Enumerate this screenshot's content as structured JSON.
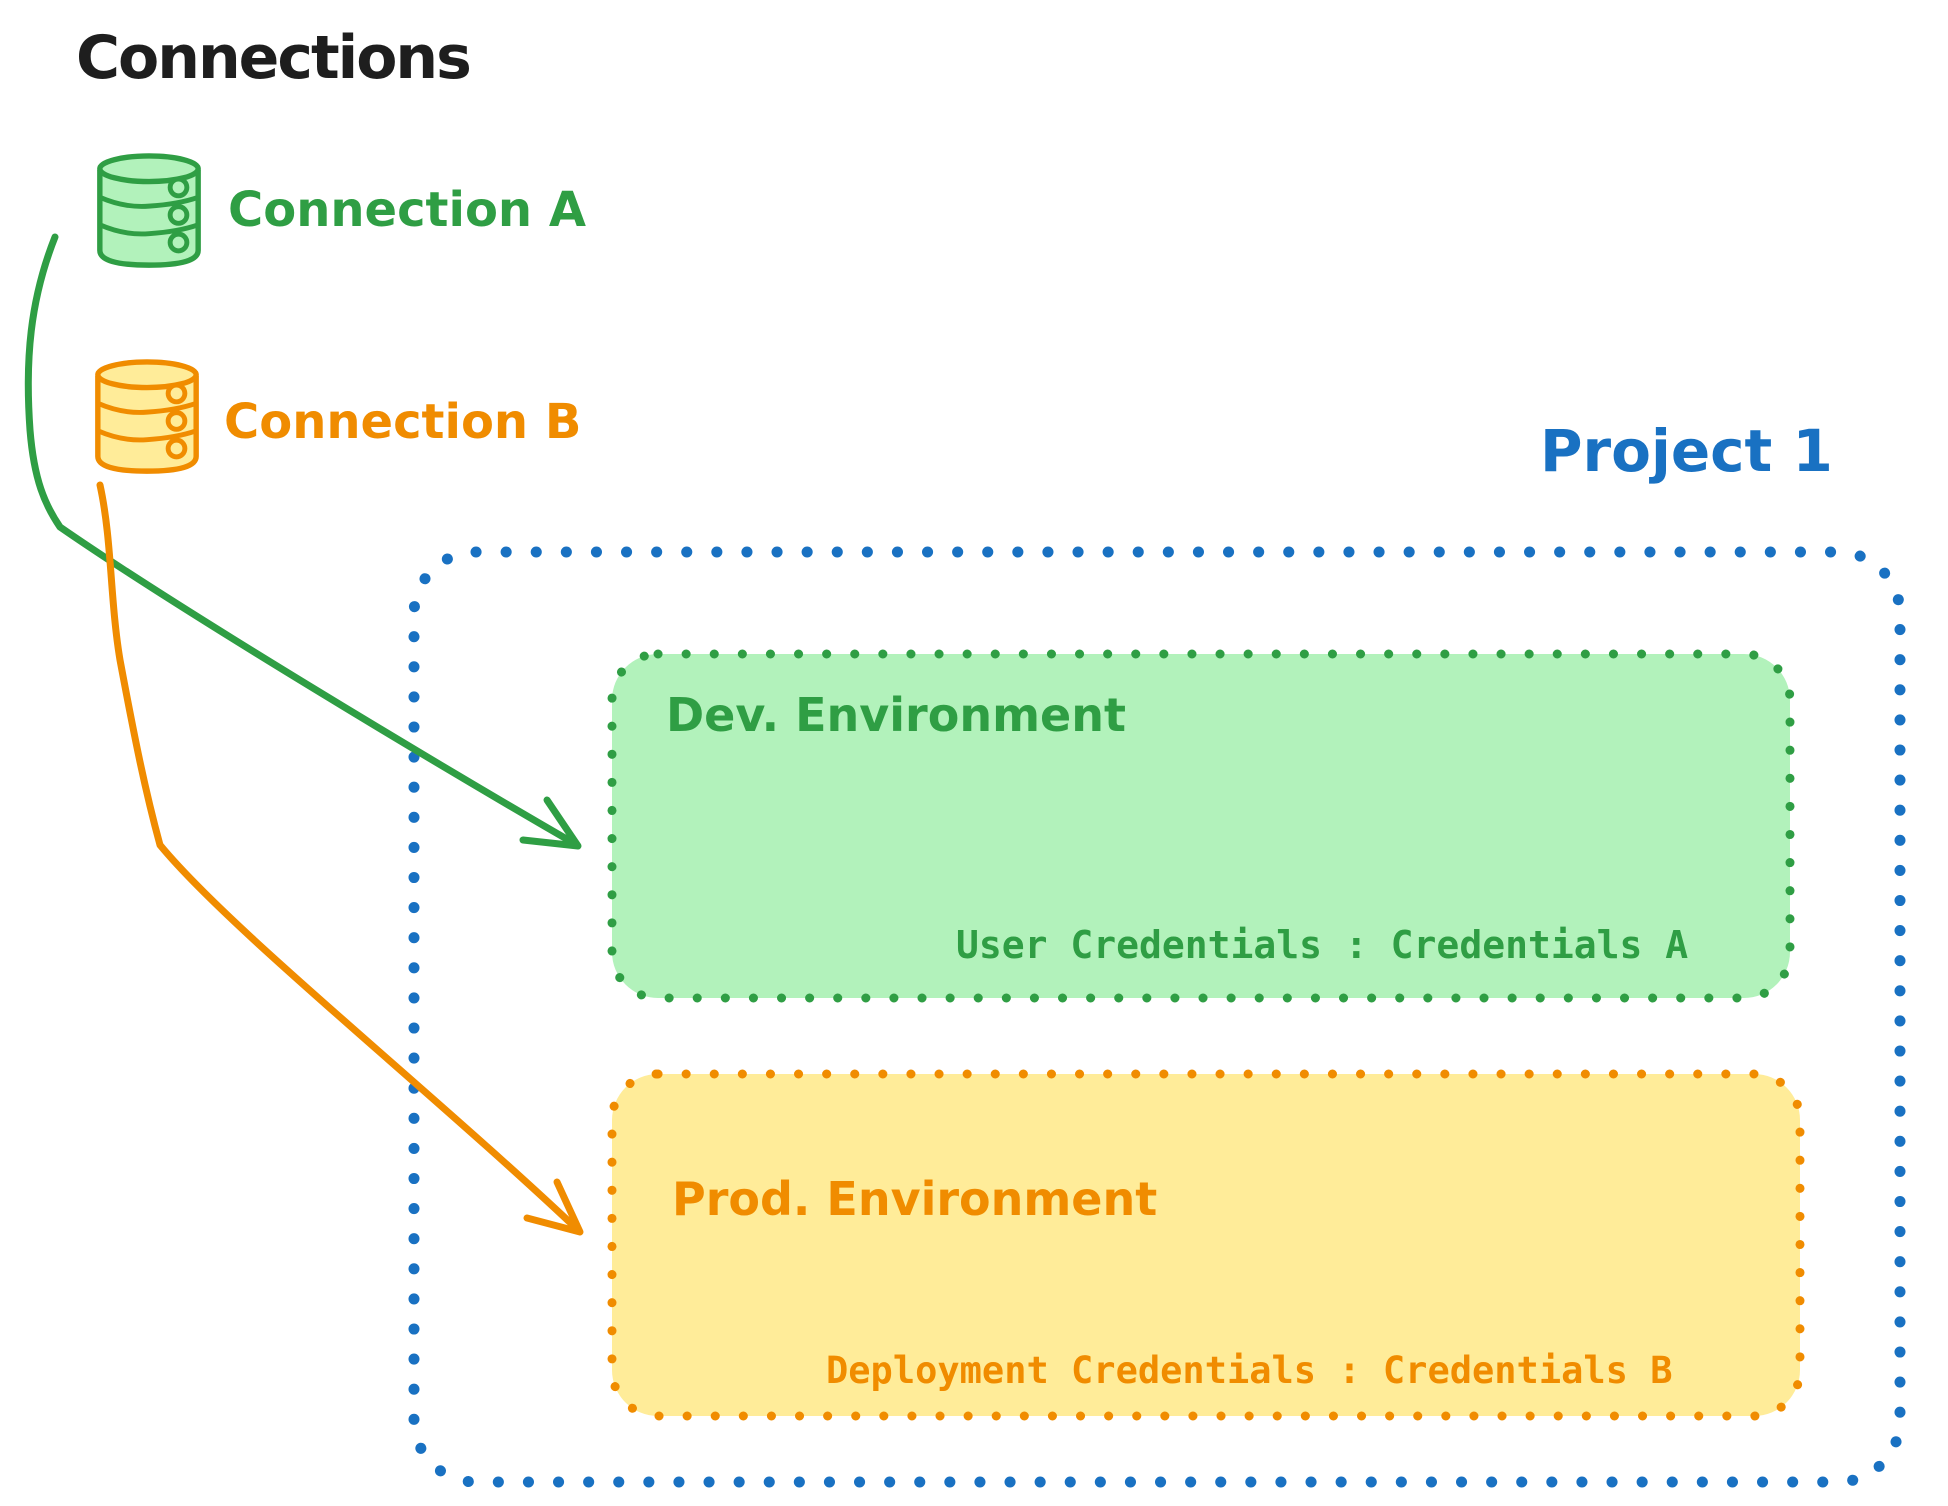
{
  "title": "Connections",
  "palette": {
    "text_black": "#1e1e1e",
    "green_stroke": "#2f9e44",
    "green_fill": "#b2f2bb",
    "orange_stroke": "#f08c00",
    "orange_fill": "#ffec99",
    "blue_stroke": "#1971c2",
    "background": "#ffffff"
  },
  "connections": [
    {
      "label": "Connection A",
      "icon": "database-icon",
      "color": "#2f9e44",
      "fill": "#b2f2bb"
    },
    {
      "label": "Connection B",
      "icon": "database-icon",
      "color": "#f08c00",
      "fill": "#ffec99"
    }
  ],
  "project": {
    "label": "Project 1",
    "color": "#1971c2",
    "environments": [
      {
        "name": "Dev. Environment",
        "credentials_label": "User Credentials : Credentials A",
        "color": "#2f9e44",
        "fill": "#b2f2bb"
      },
      {
        "name": "Prod. Environment",
        "credentials_label": "Deployment Credentials : Credentials B",
        "color": "#f08c00",
        "fill": "#ffec99"
      }
    ]
  },
  "arrows": [
    {
      "from": "Connection A",
      "to": "Dev. Environment",
      "color": "#2f9e44"
    },
    {
      "from": "Connection B",
      "to": "Prod. Environment",
      "color": "#f08c00"
    }
  ]
}
